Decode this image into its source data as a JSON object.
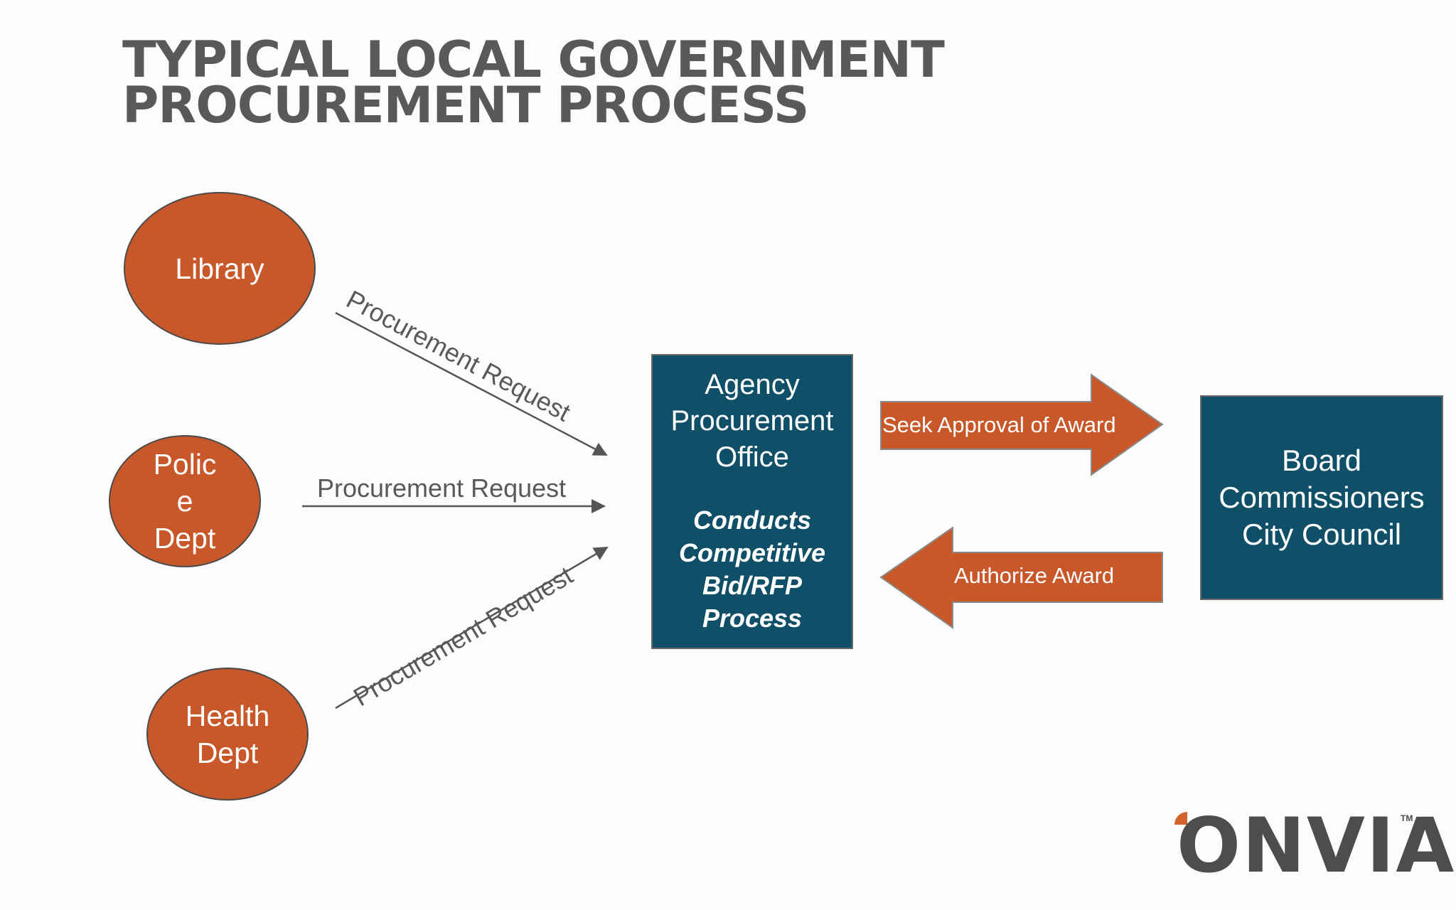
{
  "title": {
    "line1": "TYPICAL LOCAL GOVERNMENT",
    "line2": "PROCUREMENT PROCESS"
  },
  "departments": {
    "library": "Library",
    "police": {
      "line1": "Polic",
      "line2": "e",
      "line3": "Dept"
    },
    "health": {
      "line1": "Health",
      "line2": "Dept"
    }
  },
  "flows": {
    "top": "Procurement Request",
    "middle": "Procurement Request",
    "bottom": "Procurement Request"
  },
  "agency": {
    "name": {
      "line1": "Agency",
      "line2": "Procurement",
      "line3": "Office"
    },
    "task": {
      "line1": "Conducts",
      "line2": "Competitive",
      "line3": "Bid/RFP",
      "line4": "Process"
    }
  },
  "arrows": {
    "seek": "Seek Approval of Award",
    "authorize": "Authorize Award"
  },
  "board": {
    "line1": "Board",
    "line2": "Commissioners",
    "line3": "City Council"
  },
  "logo": {
    "text": "ONVIA",
    "tm": "TM"
  },
  "colors": {
    "accent": "#c8582a",
    "box": "#0f4f68",
    "text_gray": "#595959"
  }
}
